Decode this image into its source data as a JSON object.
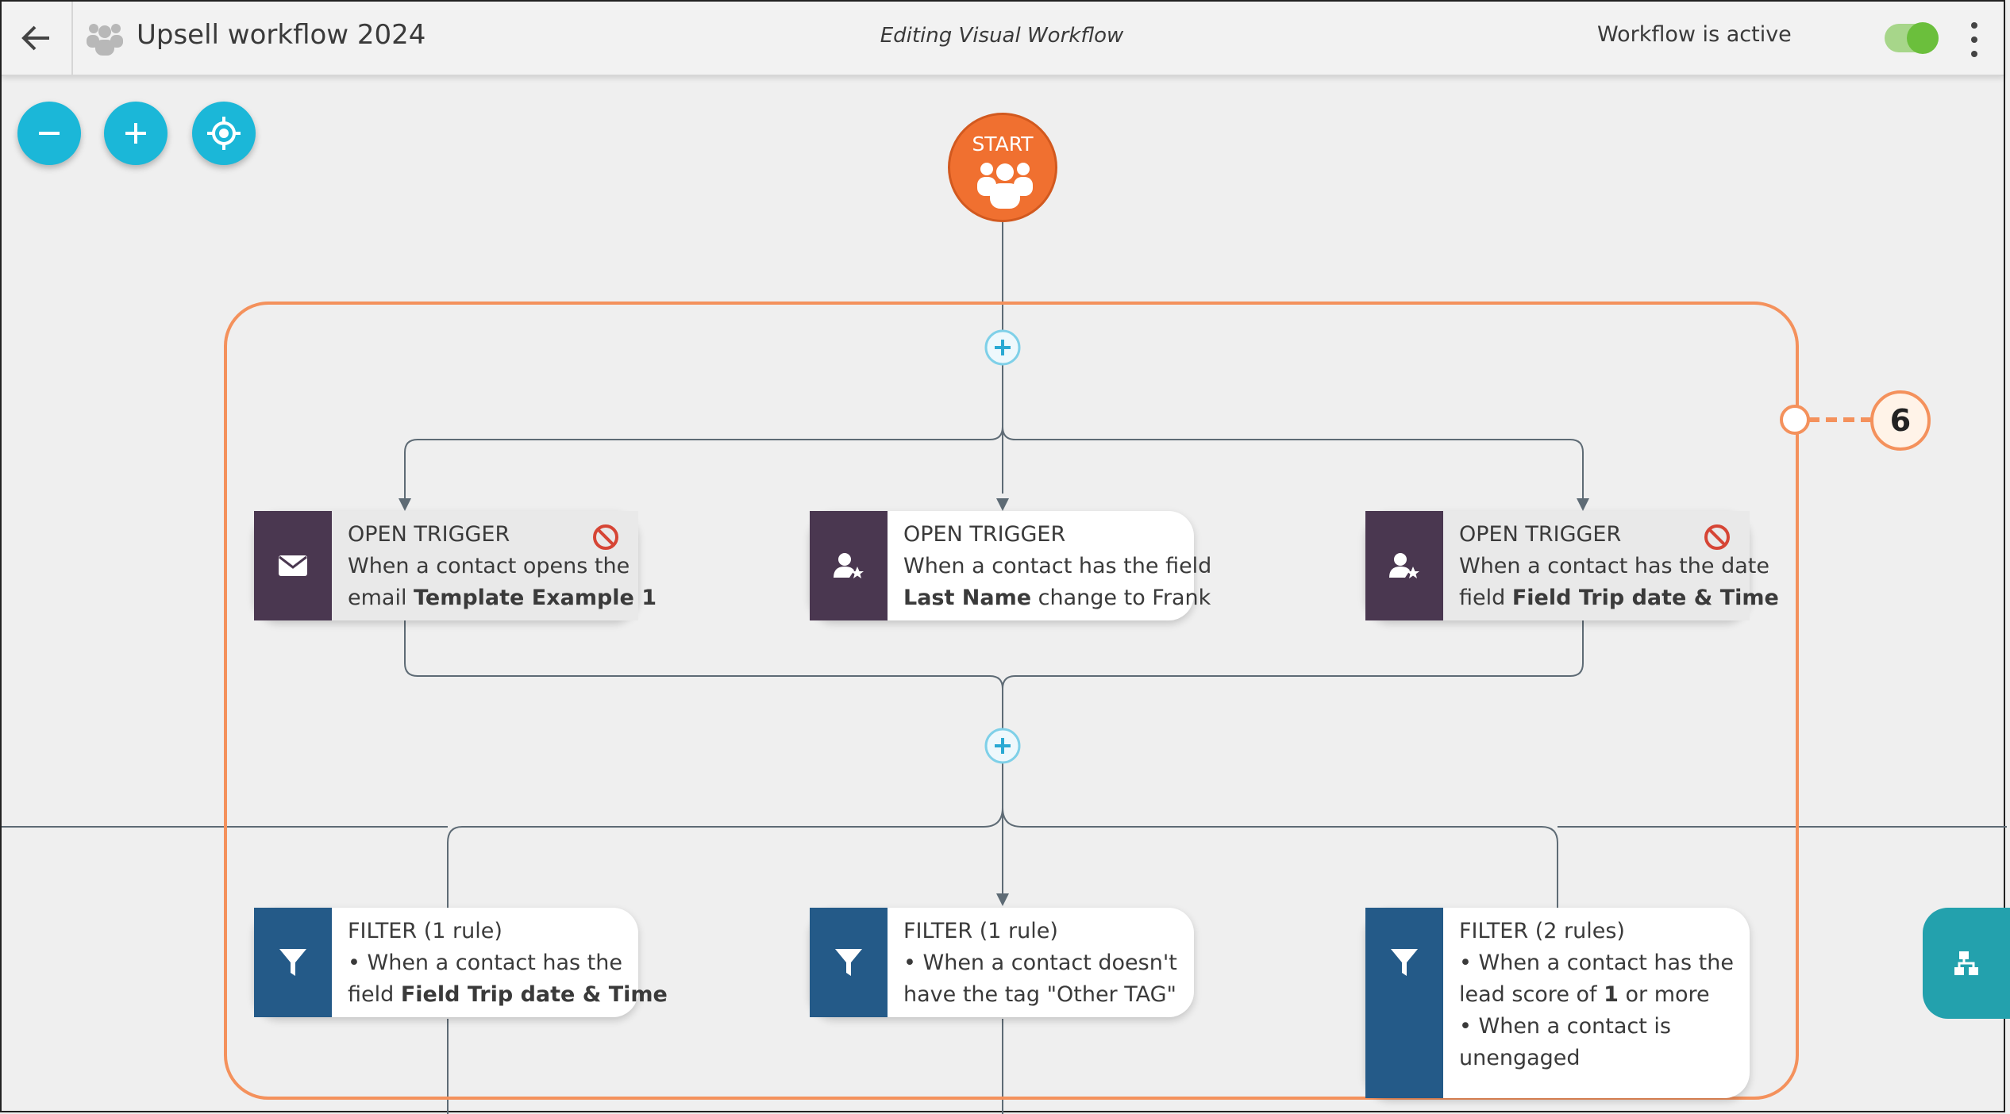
{
  "header": {
    "title": "Upsell workflow 2024",
    "mode_label": "Editing Visual Workflow",
    "active_label": "Workflow is active"
  },
  "colors": {
    "accent_cyan": "#1bb7d8",
    "start_orange": "#f07030",
    "group_border": "#f4915c",
    "trigger_dark": "#4a3750",
    "filter_blue": "#245a88",
    "toggle_green": "#6bbf3c"
  },
  "start": {
    "label": "START"
  },
  "group": {
    "marker_number": "6"
  },
  "triggers": [
    {
      "heading": "OPEN TRIGGER",
      "line1": "When a contact opens the",
      "line2_prefix": "email ",
      "line2_bold": "Template Example 1",
      "line2_suffix": "",
      "icon": "email-icon",
      "disabled": true
    },
    {
      "heading": "OPEN TRIGGER",
      "line1": "When a contact has the field",
      "line2_prefix": "",
      "line2_bold": "Last Name",
      "line2_suffix": " change to Frank",
      "icon": "contact-star-icon",
      "disabled": false
    },
    {
      "heading": "OPEN TRIGGER",
      "line1": "When a contact has the date",
      "line2_prefix": "field ",
      "line2_bold": "Field Trip date & Time",
      "line2_suffix": "",
      "icon": "contact-star-icon",
      "disabled": true
    }
  ],
  "filters": [
    {
      "heading": "FILTER (1 rule)",
      "line1": "• When a contact has the",
      "line2_prefix": "field ",
      "line2_bold": "Field Trip date & Time",
      "line2_suffix": ""
    },
    {
      "heading": "FILTER (1 rule)",
      "line1": "• When a contact doesn't",
      "line2_prefix": "have the tag \"Other TAG\"",
      "line2_bold": "",
      "line2_suffix": ""
    },
    {
      "heading": "FILTER (2 rules)",
      "line1": "• When a contact has the",
      "line2_prefix": "lead score of ",
      "line2_bold": "1",
      "line2_suffix": " or more",
      "line3": "• When a contact is",
      "line4": "unengaged"
    }
  ]
}
